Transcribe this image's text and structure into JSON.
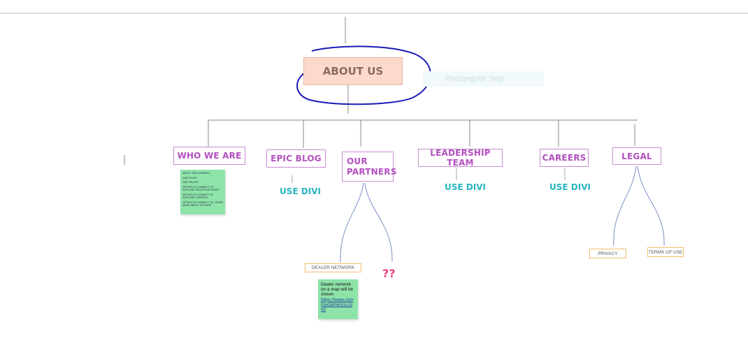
{
  "root": {
    "label": "ABOUT US"
  },
  "snip_label": "Rectangular Snip",
  "children": {
    "who_we_are": "WHO WE ARE",
    "epic_blog": "EPIC BLOG",
    "our_partners": "OUR PARTNERS",
    "leadership_team": "LEADERSHIP TEAM",
    "careers": "CAREERS",
    "legal": "LEGAL"
  },
  "notes": {
    "epic_blog": "USE DIVI",
    "leadership_team": "USE DIVI",
    "careers": "USE DIVI"
  },
  "who_we_are_sticky": [
    "ABOUT THE COMPANY",
    "OUR STORY",
    "OUR VALUES",
    "OPTION TO CONNECT TO 'EXPLORE DEALER NETWORK'",
    "OPTION TO CONNECT TO 'EXPLORE CAREERS'",
    "OPTION TO CONNECT TO 'LEARN MORE ABOUT US' PAGE"
  ],
  "partners_children": {
    "dealer_network": "DEALER NETWORK",
    "unknown": "??"
  },
  "dealer_sticky": {
    "text": "Dealer network on a map will be shown",
    "link": "https://www.commectamerica.com/"
  },
  "legal_children": {
    "privacy": "PRIVACY",
    "terms": "TERMS OF USE"
  },
  "colors": {
    "purple": "#b24fbf",
    "teal": "#27b6c0",
    "root_fill": "#fbd9cc",
    "sticky_green": "#8ee3a9",
    "highlight_ink": "#1a1ab8",
    "question_pink": "#f0427a"
  }
}
